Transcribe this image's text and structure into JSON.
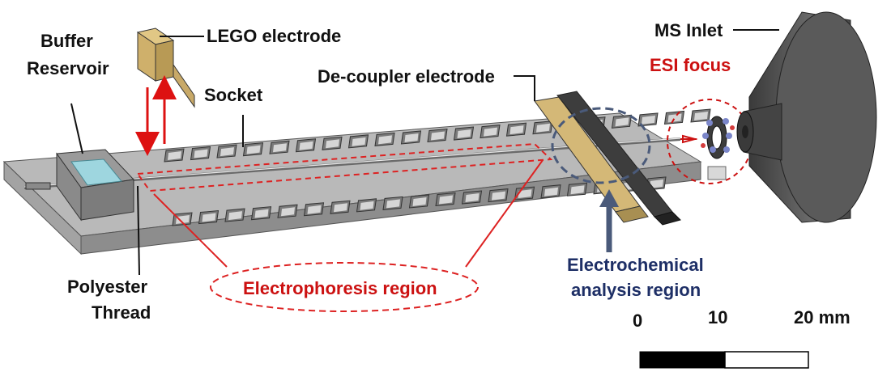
{
  "labels": {
    "buffer_reservoir": [
      "Buffer",
      "Reservoir"
    ],
    "lego_electrode": "LEGO electrode",
    "socket": "Socket",
    "decoupler_electrode": "De-coupler electrode",
    "ms_inlet": "MS Inlet",
    "esi_focus": "ESI focus",
    "polyester_thread": [
      "Polyester",
      "Thread"
    ],
    "electrophoresis_region": "Electrophoresis region",
    "electrochemical_region": [
      "Electrochemical",
      "analysis region"
    ]
  },
  "scale_bar": {
    "ticks": [
      "0",
      "10",
      "20 mm"
    ]
  },
  "colors": {
    "red": "#cc1111",
    "navy": "#1e2f66",
    "dashed_navy": "#4a5a7a",
    "plate": "#b4b4b4",
    "electrode": "#d2b67a",
    "cone": "#555555"
  }
}
